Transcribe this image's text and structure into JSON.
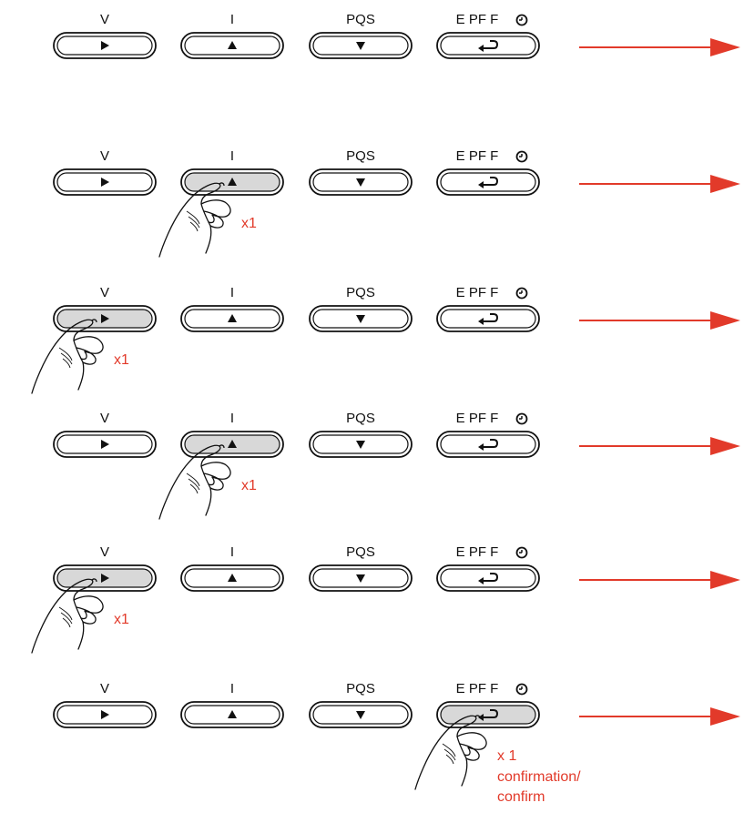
{
  "labels": {
    "v": "V",
    "i": "I",
    "pqs": "PQS",
    "epff": "E PF F"
  },
  "icons": {
    "v": "play-right-icon",
    "i": "triangle-up-icon",
    "pqs": "triangle-down-icon",
    "epff": "enter-return-icon",
    "clock": "clock-icon",
    "hand": "pointing-hand-icon",
    "arrow": "red-arrow-icon"
  },
  "colors": {
    "accent": "#e23a2a",
    "pressed_fill": "#d8d8d8",
    "outline": "#111111"
  },
  "steps": [
    {
      "pressed": "none",
      "count": ""
    },
    {
      "pressed": "i",
      "count": "x1"
    },
    {
      "pressed": "v",
      "count": "x1"
    },
    {
      "pressed": "i",
      "count": "x1"
    },
    {
      "pressed": "v",
      "count": "x1"
    },
    {
      "pressed": "epff",
      "count": "x 1"
    }
  ],
  "note": {
    "line1": "confirmation/",
    "line2": "confirm"
  }
}
